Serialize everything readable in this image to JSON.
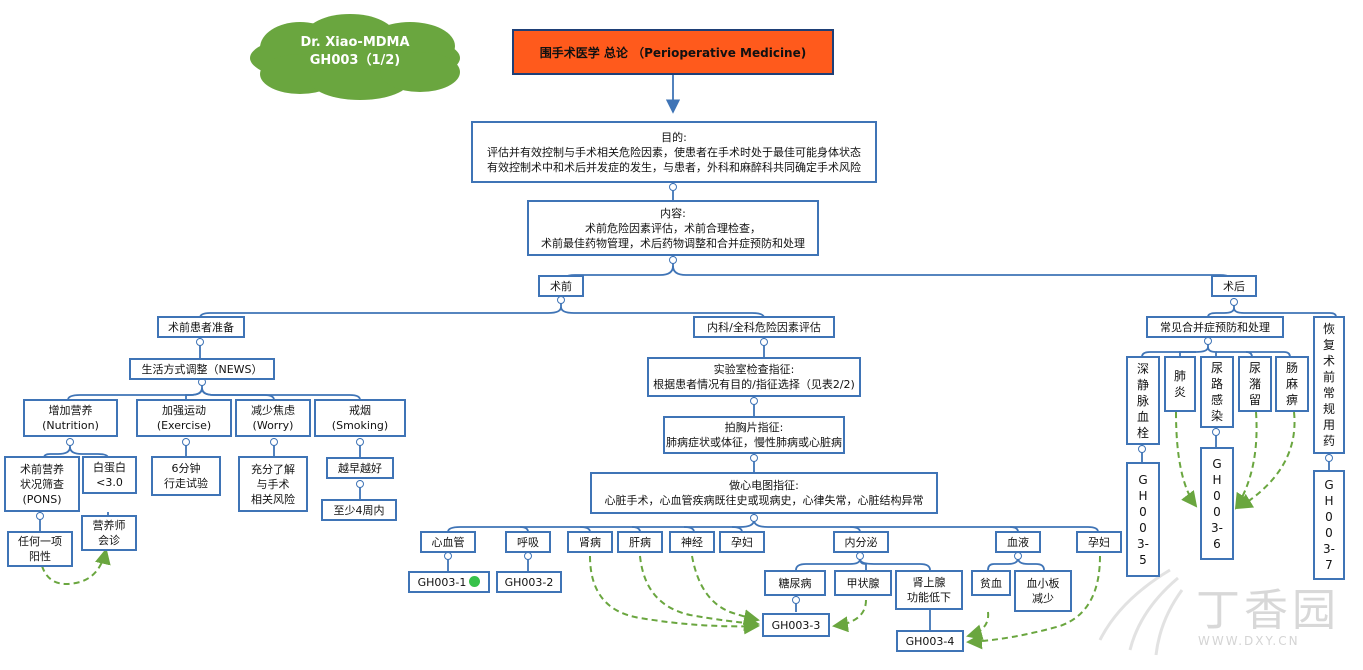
{
  "header": {
    "author_line1": "Dr. Xiao-MDMA",
    "author_line2": "GH003（1/2)",
    "title": "围手术医学 总论 （Perioperative Medicine)"
  },
  "purpose": {
    "label": "目的:",
    "line1": "评估并有效控制与手术相关危险因素，使患者在手术时处于最佳可能身体状态",
    "line2": "有效控制术中和术后并发症的发生，与患者，外科和麻醉科共同确定手术风险"
  },
  "content": {
    "label": "内容:",
    "line1": "术前危险因素评估，术前合理检查，",
    "line2": "术前最佳药物管理，术后药物调整和合并症预防和处理"
  },
  "preop": {
    "label": "术前",
    "patient_prep": {
      "label": "术前患者准备",
      "lifestyle": "生活方式调整（NEWS）",
      "nutrition": {
        "line1": "增加营养",
        "line2": "(Nutrition)",
        "screen": [
          "术前营养",
          "状况筛查",
          "(PONS)"
        ],
        "albumin": [
          "白蛋白",
          "<3.0"
        ],
        "any": [
          "任何一项",
          "阳性"
        ],
        "consult": [
          "营养师",
          "会诊"
        ]
      },
      "exercise": {
        "line1": "加强运动",
        "line2": "(Exercise)",
        "test": [
          "6分钟",
          "行走试验"
        ]
      },
      "worry": {
        "line1": "减少焦虑",
        "line2": "(Worry)",
        "detail": [
          "充分了解",
          "与手术",
          "相关风险"
        ]
      },
      "smoking": {
        "line1": "戒烟",
        "line2": "(Smoking)",
        "early": "越早越好",
        "weeks": "至少4周内"
      }
    },
    "risk_eval": {
      "label": "内科/全科危险因素评估",
      "lab": {
        "line1": "实验室检查指征:",
        "line2": "根据患者情况有目的/指征选择（见表2/2)"
      },
      "xray": {
        "line1": "拍胸片指征:",
        "line2": "肺病症状或体征，慢性肺病或心脏病"
      },
      "ecg": {
        "line1": "做心电图指征:",
        "line2": "心脏手术，心血管疾病既往史或现病史，心律失常，心脏结构异常"
      },
      "systems": {
        "cardio": "心血管",
        "resp": "呼吸",
        "kidney": "肾病",
        "liver": "肝病",
        "neuro": "神经",
        "pregnant": "孕妇",
        "endocrine": "内分泌",
        "blood": "血液",
        "pregnant2": "孕妇"
      },
      "endo": {
        "diabetes": "糖尿病",
        "thyroid": "甲状腺",
        "adrenal": [
          "肾上腺",
          "功能低下"
        ]
      },
      "hema": {
        "anemia": "贫血",
        "platelet": [
          "血小板",
          "减少"
        ]
      },
      "refs": {
        "gh1": "GH003-1",
        "gh2": "GH003-2",
        "gh3": "GH003-3",
        "gh4": "GH003-4"
      }
    }
  },
  "postop": {
    "label": "术后",
    "complications": "常见合并症预防和处理",
    "dvt": "深静脉血栓",
    "pneumonia": "肺炎",
    "uti": "尿路感染",
    "retention": "尿潴留",
    "ileus": "肠麻痹",
    "drugs": "恢复术前常规用药",
    "gh5": "GH003-5",
    "gh6": "GH003-6",
    "gh7": "GH003-7"
  },
  "watermark": {
    "name": "丁香园",
    "url": "WWW.DXY.CN"
  },
  "colors": {
    "border": "#3f74b6",
    "title_fill": "#ff5a1c",
    "cloud": "#6aa63f",
    "arrow_green": "#6aa63f"
  }
}
